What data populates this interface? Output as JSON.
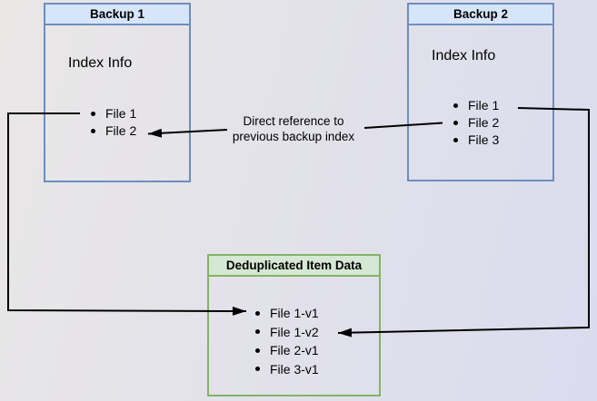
{
  "colors": {
    "blue_border": "#6c8ebf",
    "blue_fill": "#d7e5fb",
    "green_border": "#82b366",
    "green_fill": "#d5e8d4",
    "line": "#000000",
    "bg_from": "#e9e7e6",
    "bg_to": "#dadcee"
  },
  "boxes": {
    "backup1": {
      "title": "Backup 1",
      "subtitle": "Index Info",
      "items": [
        "File 1",
        "File 2"
      ]
    },
    "backup2": {
      "title": "Backup 2",
      "subtitle": "Index Info",
      "items": [
        "File 1",
        "File 2",
        "File 3"
      ]
    },
    "dedup": {
      "title": "Deduplicated Item Data",
      "items": [
        "File 1-v1",
        "File 1-v2",
        "File 2-v1",
        "File 3-v1"
      ]
    }
  },
  "annotation": {
    "line1": "Direct reference to",
    "line2": "previous backup index"
  }
}
